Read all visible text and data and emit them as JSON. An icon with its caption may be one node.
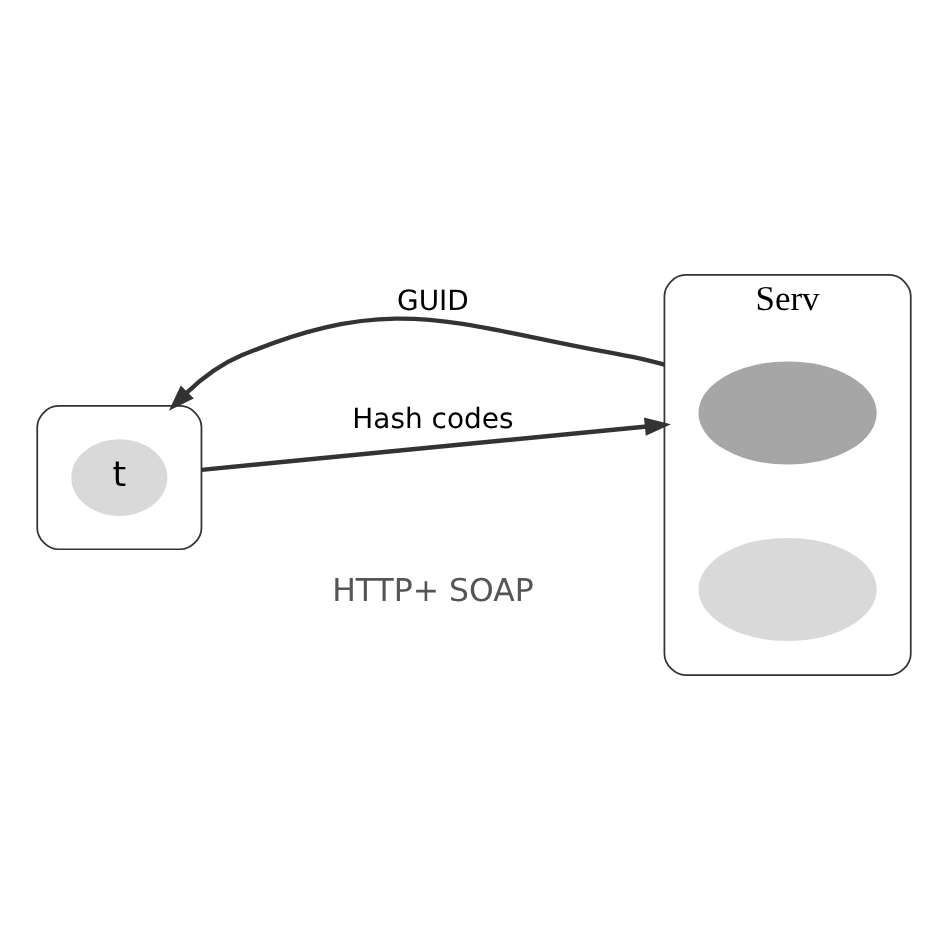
{
  "diagram": {
    "nodes": [
      {
        "text": [],
        "shape": "box"
      },
      {
        "text": [
          "t"
        ],
        "in": 0
      },
      {
        "text": [
          "Serv"
        ]
      },
      {
        "text": [],
        "shape": "ellipse",
        "in": 2
      },
      {
        "text": [],
        "shape": "ellipse",
        "in": 2
      }
    ],
    "edges": [
      {
        "from": 2,
        "to": 0,
        "arrow": "to",
        "label": "GUID"
      },
      {
        "from": 0,
        "to": 2,
        "arrow": "to",
        "label": "Hash codes"
      }
    ],
    "labels": [
      "HTTP+ SOAP"
    ]
  }
}
